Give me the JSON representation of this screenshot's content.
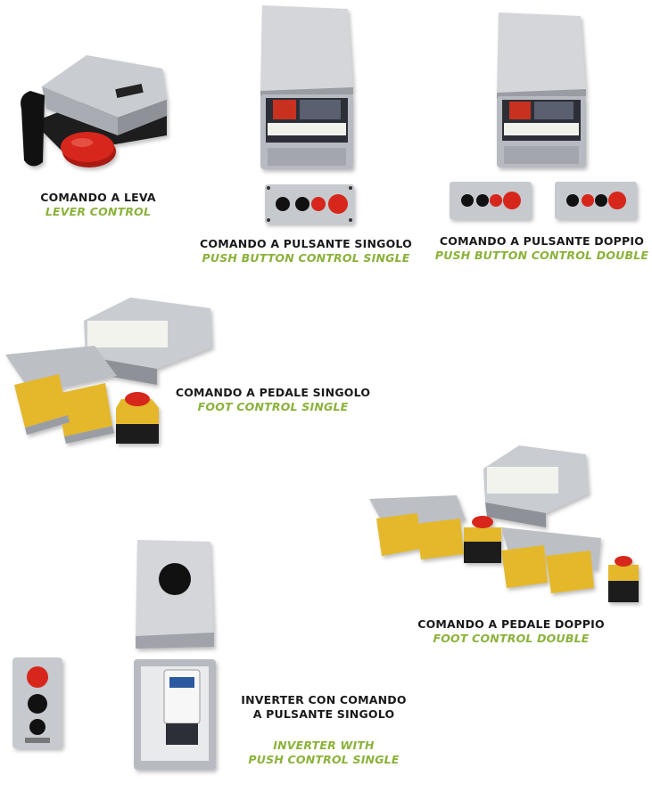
{
  "colors": {
    "caption_dark": "#1a1a1a",
    "caption_green": "#8ab23a",
    "button_red": "#d7261c",
    "pedal_yellow": "#e4b82a",
    "housing_gray": "#c9ccd1"
  },
  "products": {
    "lever": {
      "label_it": "COMANDO A LEVA",
      "label_en": "LEVER CONTROL"
    },
    "push_single": {
      "label_it": "COMANDO A PULSANTE SINGOLO",
      "label_en": "PUSH BUTTON CONTROL SINGLE"
    },
    "push_double": {
      "label_it": "COMANDO A PULSANTE DOPPIO",
      "label_en": "PUSH BUTTON CONTROL DOUBLE"
    },
    "foot_single": {
      "label_it": "COMANDO A PEDALE SINGOLO",
      "label_en": "FOOT CONTROL SINGLE"
    },
    "foot_double": {
      "label_it": "COMANDO A PEDALE DOPPIO",
      "label_en": "FOOT CONTROL DOUBLE"
    },
    "inverter": {
      "label_it_line1": "INVERTER CON COMANDO",
      "label_it_line2": "A PULSANTE SINGOLO",
      "label_en_line1": "INVERTER WITH",
      "label_en_line2": "PUSH CONTROL SINGLE"
    }
  }
}
